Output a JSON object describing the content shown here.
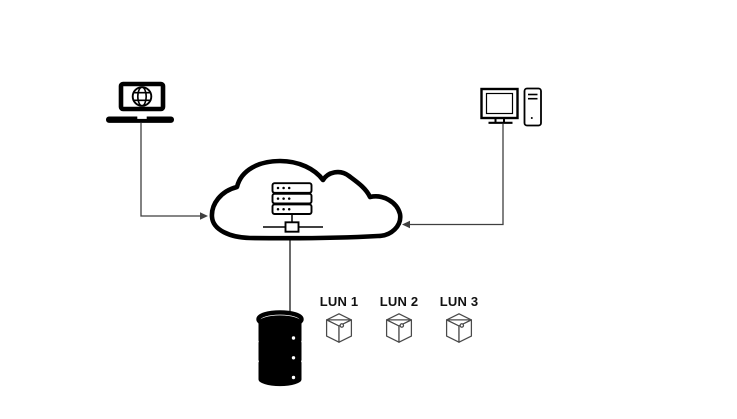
{
  "diagram": {
    "luns": [
      {
        "label": "LUN 1"
      },
      {
        "label": "LUN 2"
      },
      {
        "label": "LUN 3"
      }
    ],
    "icons": {
      "client_left": "laptop-globe-icon",
      "client_right": "desktop-computer-icon",
      "network": "cloud-icon",
      "compute": "server-rack-network-icon",
      "storage": "database-cylinder-icon",
      "lun_unit": "package-box-icon"
    },
    "colors": {
      "outline": "#000000",
      "connector": "#3f3f3f",
      "lun_outline": "#4a4a4a",
      "background": "#ffffff"
    }
  }
}
